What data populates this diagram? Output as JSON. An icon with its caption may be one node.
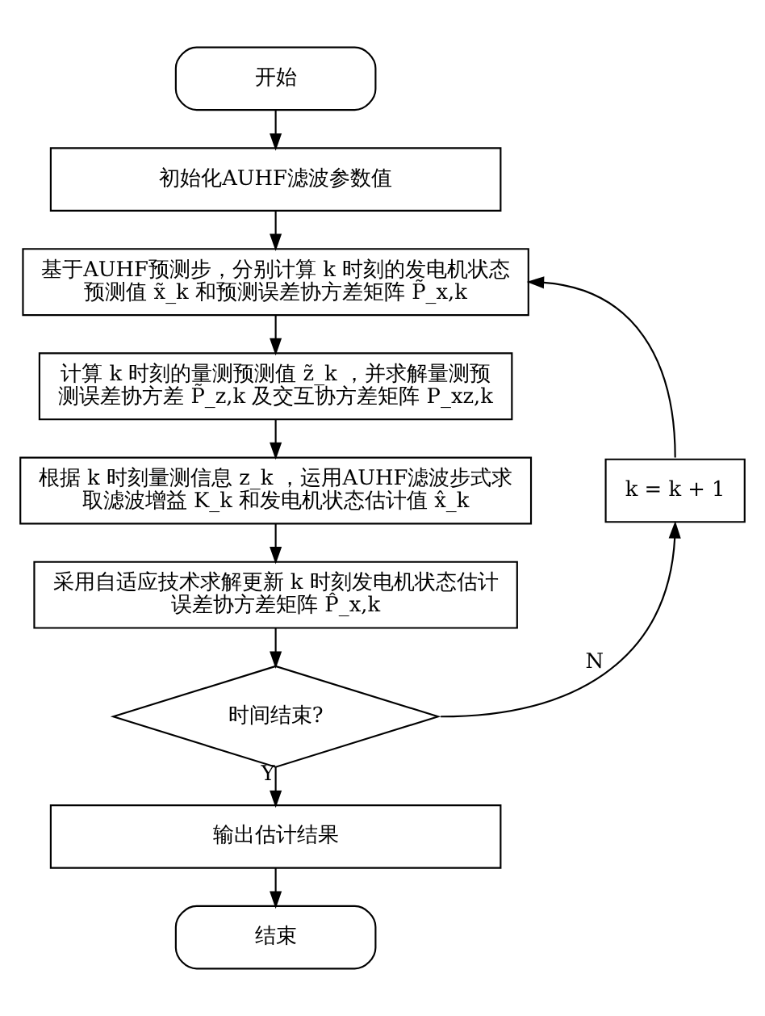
{
  "diagram": {
    "nodes": [
      {
        "text": [
          "开始"
        ]
      },
      {
        "text": [
          "初始化AUHF滤波参数值"
        ]
      },
      {
        "text": [
          "基于AUHF预测步，分别计算 k 时刻的发电机状态预测值 x̃_k 和预测误差协方差矩阵 P̃_x,k"
        ]
      },
      {
        "text": [
          "计算 k 时刻的量测预测值 z̃_k ，并求解量测预测误差协方差 P̃_z,k 及交互协方差矩阵 P_xz,k"
        ]
      },
      {
        "text": [
          "根据 k 时刻量测信息 z_k ，运用AUHF滤波步式求取滤波增益 K_k 和发电机状态估计值 x̂_k"
        ]
      },
      {
        "text": [
          "采用自适应技术求解更新 k 时刻发电机状态估计误差协方差矩阵 P̂_x,k"
        ]
      },
      {
        "text": [
          "时间结束?"
        ]
      },
      {
        "text": [
          "输出估计结果"
        ]
      },
      {
        "text": [
          "结束"
        ]
      },
      {
        "text": [
          "k = k + 1"
        ]
      }
    ],
    "edges": [
      {
        "from": 0,
        "to": 1,
        "arrow": "to"
      },
      {
        "from": 1,
        "to": 2,
        "arrow": "to"
      },
      {
        "from": 2,
        "to": 3,
        "arrow": "to"
      },
      {
        "from": 3,
        "to": 4,
        "arrow": "to"
      },
      {
        "from": 4,
        "to": 5,
        "arrow": "to"
      },
      {
        "from": 5,
        "to": 6,
        "arrow": "to"
      },
      {
        "from": 6,
        "to": 7,
        "arrow": "to",
        "label": "Y"
      },
      {
        "from": 7,
        "to": 8,
        "arrow": "to"
      },
      {
        "from": 6,
        "to": 9,
        "arrow": "to",
        "label": "N"
      },
      {
        "from": 9,
        "to": 2,
        "arrow": "to"
      }
    ]
  }
}
